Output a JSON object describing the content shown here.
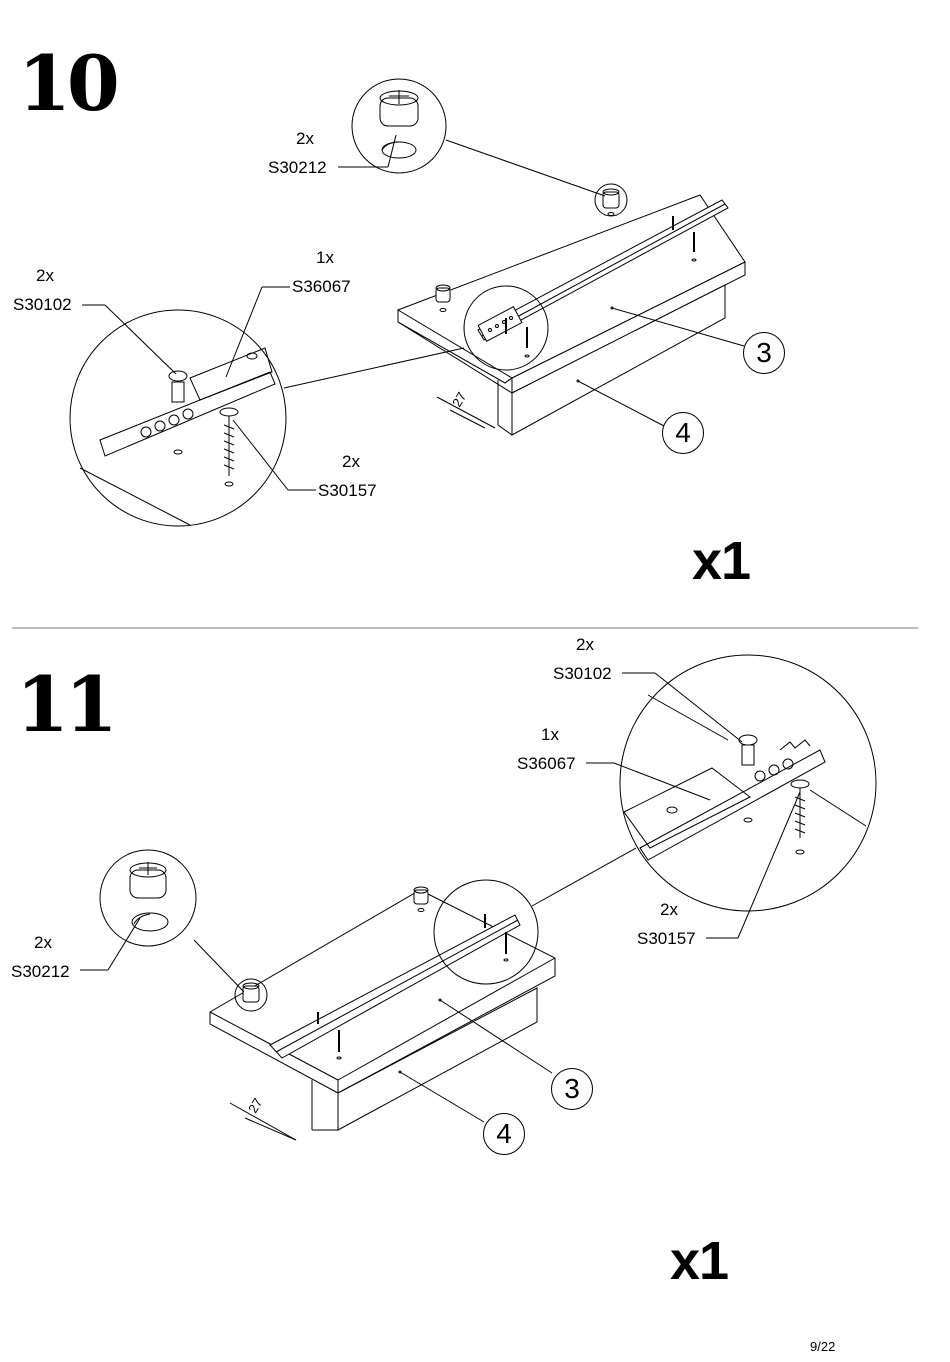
{
  "page": {
    "number": "9/22"
  },
  "steps": [
    {
      "number": "10",
      "multiplier": "x1",
      "labels": {
        "cam_qty": "2x",
        "cam_code": "S30212",
        "screw_qty": "2x",
        "screw_code": "S30102",
        "rail_qty": "1x",
        "rail_code": "S36067",
        "wood_screw_qty": "2x",
        "wood_screw_code": "S30157"
      },
      "parts": [
        "3",
        "4"
      ],
      "dimension": "27"
    },
    {
      "number": "11",
      "multiplier": "x1",
      "labels": {
        "screw_qty": "2x",
        "screw_code": "S30102",
        "rail_qty": "1x",
        "rail_code": "S36067",
        "cam_qty": "2x",
        "cam_code": "S30212",
        "wood_screw_qty": "2x",
        "wood_screw_code": "S30157"
      },
      "parts": [
        "3",
        "4"
      ],
      "dimension": "27"
    }
  ],
  "colors": {
    "ink": "#000000",
    "divider": "#777777",
    "paper": "#ffffff"
  }
}
